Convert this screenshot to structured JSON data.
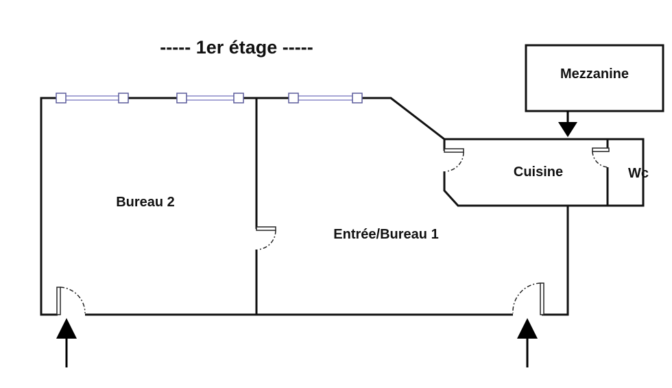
{
  "title": "----- 1er étage -----",
  "rooms": {
    "bureau2": "Bureau 2",
    "entree_bureau1": "Entrée/Bureau 1",
    "cuisine": "Cuisine",
    "wc": "Wc",
    "mezzanine": "Mezzanine"
  },
  "colors": {
    "walls": "#111111",
    "windows": "#8a88c8",
    "background": "#ffffff"
  }
}
